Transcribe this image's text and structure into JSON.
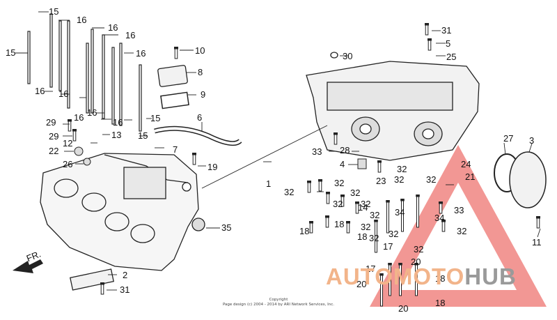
{
  "callouts": {
    "c1": "1",
    "c2": "2",
    "c3": "3",
    "c4": "4",
    "c5": "5",
    "c6": "6",
    "c7": "7",
    "c8": "8",
    "c9": "9",
    "c10": "10",
    "c11": "11",
    "c12": "12",
    "c13": "13",
    "c14": "14",
    "c15": "15",
    "c16": "16",
    "c17": "17",
    "c18": "18",
    "c19": "19",
    "c20": "20",
    "c21": "21",
    "c22": "22",
    "c23": "23",
    "c24": "24",
    "c25": "25",
    "c26": "26",
    "c27": "27",
    "c28": "28",
    "c29": "29",
    "c30": "30",
    "c31": "31",
    "c32": "32",
    "c33": "33",
    "c34": "34",
    "c35": "35"
  },
  "direction_label": "FR.",
  "copyright": {
    "line1": "Copyright",
    "line2": "Page design (c) 2004 - 2014 by ARI Network Services, Inc."
  },
  "watermark": {
    "part1": "AUTOMOTO",
    "part2": "HUB",
    "color_primary": "#e8423c",
    "color_secondary": "#9a9a9a"
  }
}
